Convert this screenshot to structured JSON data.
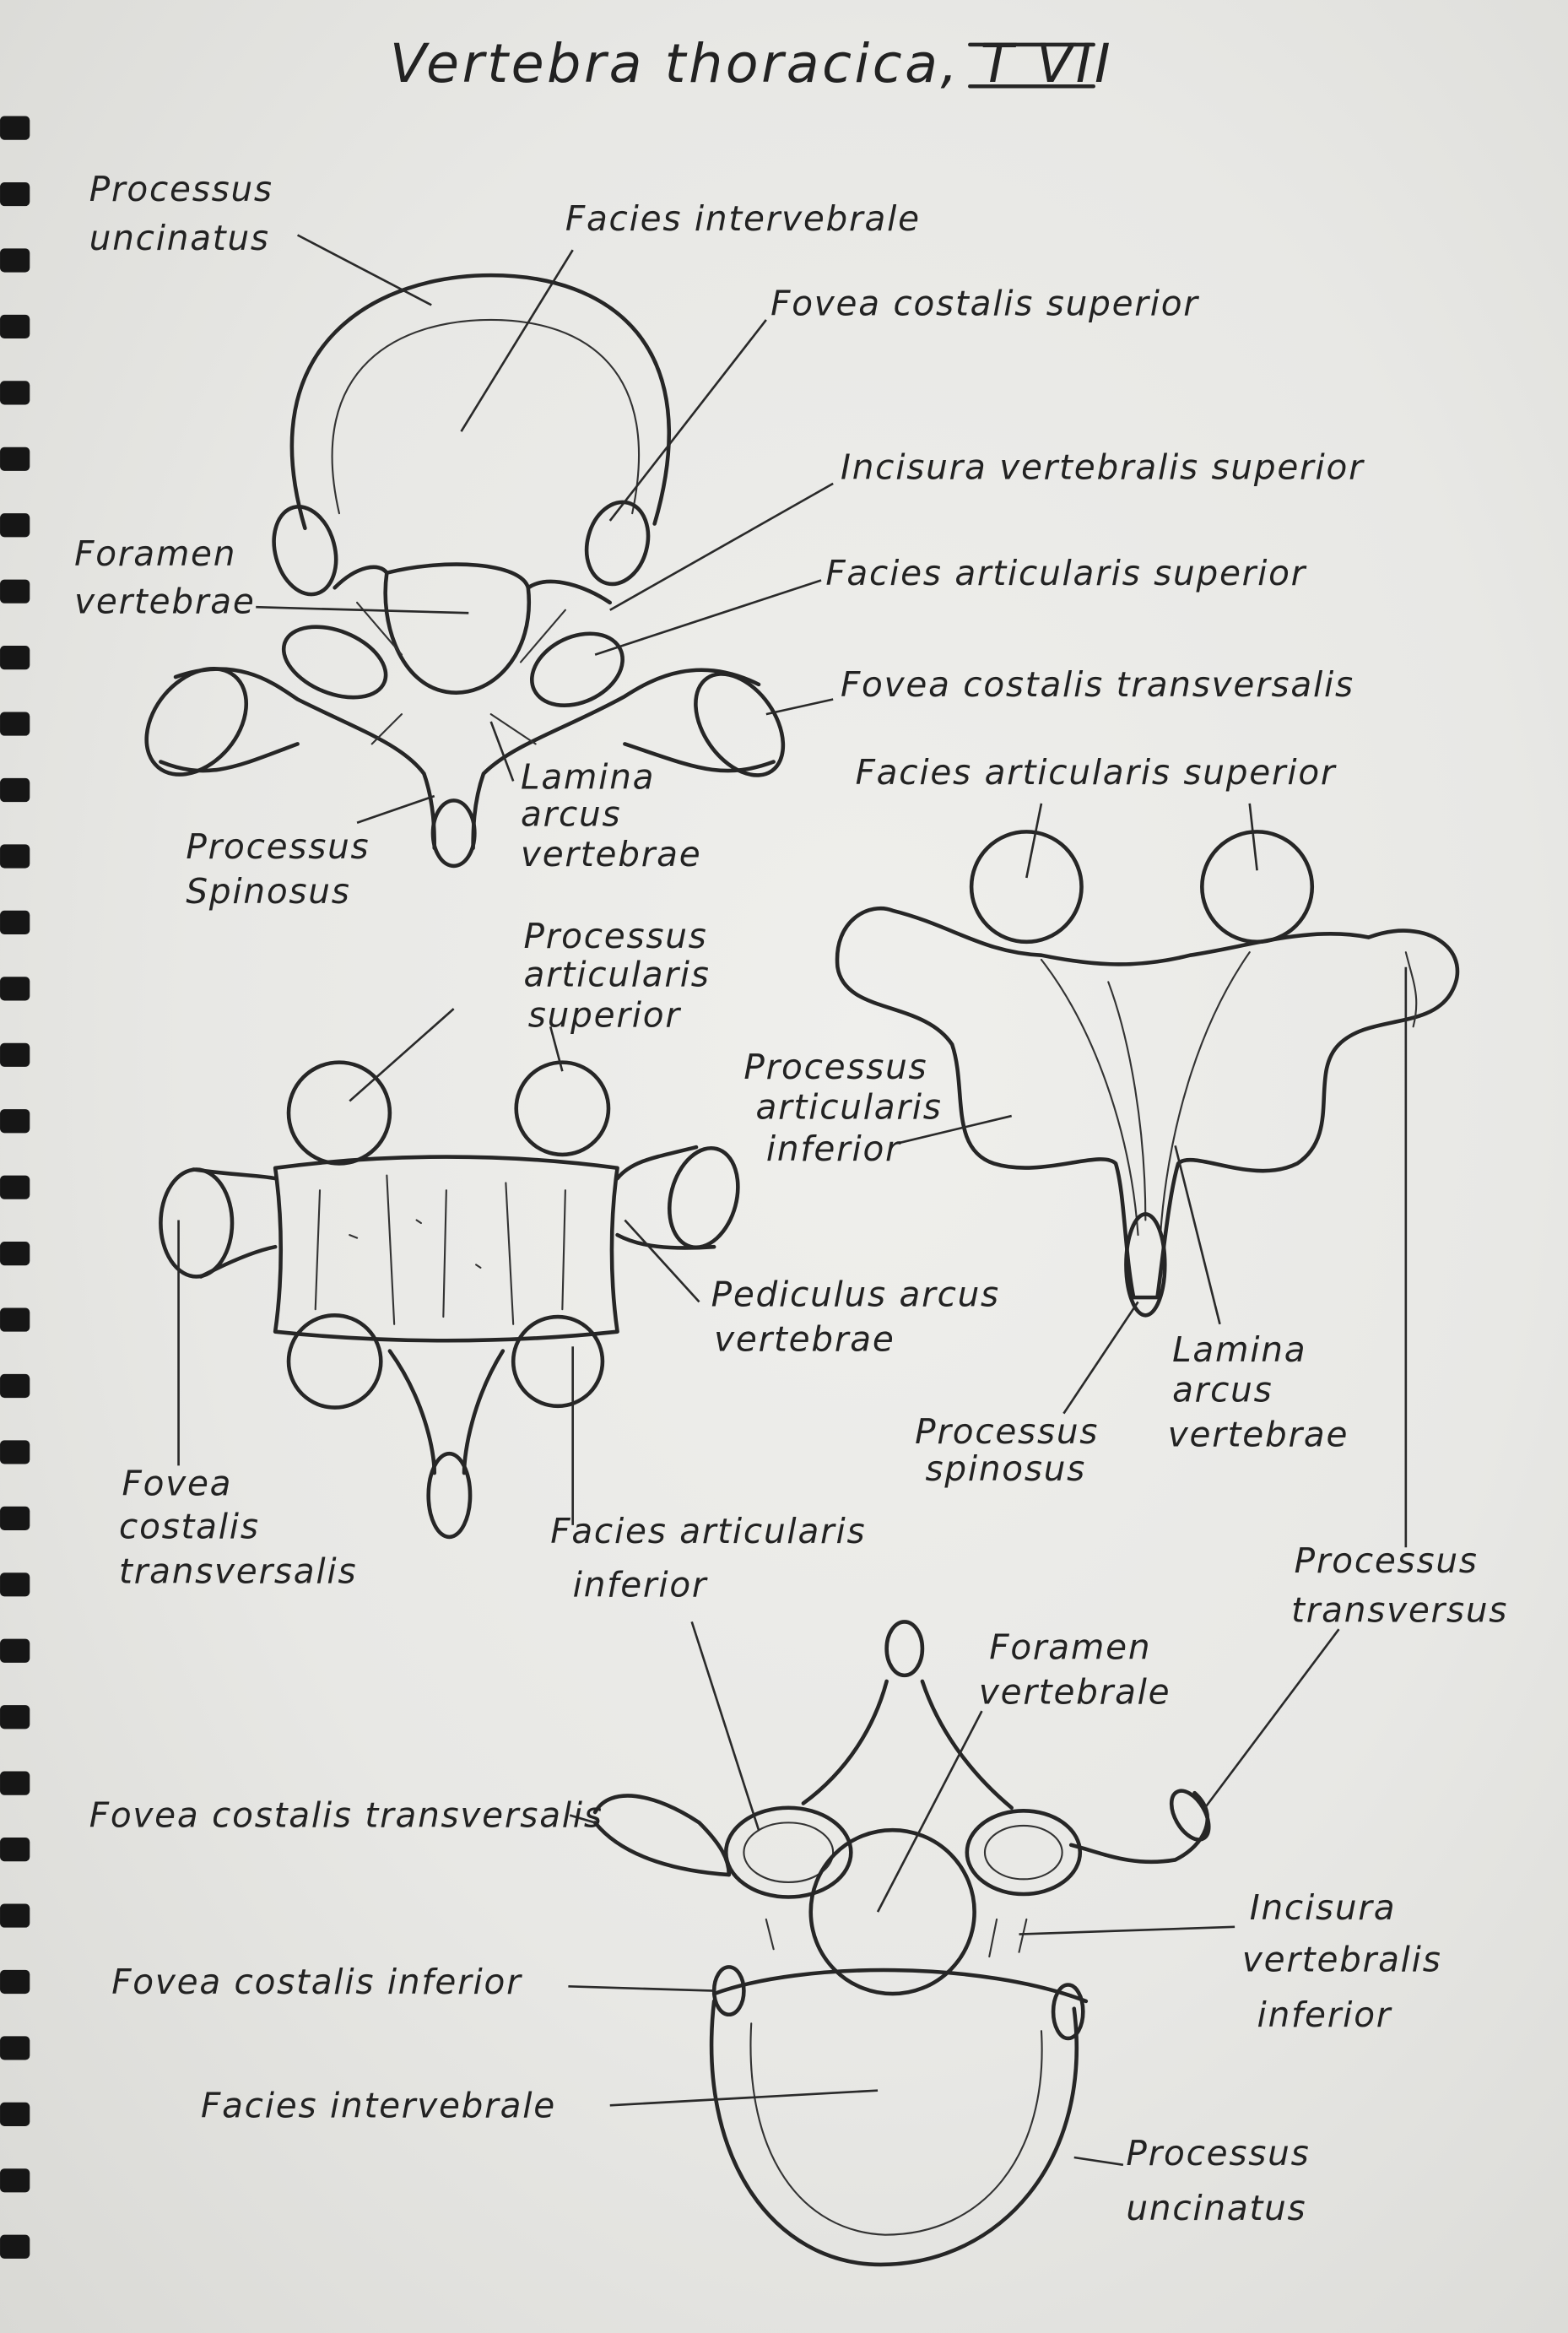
{
  "title": "Vertebra thoracica, T VII",
  "colors": {
    "ink": "#262626",
    "paper": "#e9e9e6",
    "binding": "#161616"
  },
  "views": {
    "superior": {
      "labels": {
        "processus_uncinatus": [
          "Processus",
          "uncinatus"
        ],
        "facies_intervebrale": [
          "Facies intervebrale"
        ],
        "fovea_costalis_superior": [
          "Fovea costalis superior"
        ],
        "incisura_vertebralis_superior": [
          "Incisura vertebralis superior"
        ],
        "foramen_vertebrae": [
          "Foramen",
          "vertebrae"
        ],
        "facies_articularis_superior": [
          "Facies articularis superior"
        ],
        "fovea_costalis_transversalis": [
          "Fovea costalis transversalis"
        ],
        "lamina_arcus_vertebrae": [
          "Lamina",
          "arcus",
          "vertebrae"
        ],
        "processus_spinosus": [
          "Processus",
          "Spinosus"
        ]
      }
    },
    "posterior": {
      "labels": {
        "facies_articularis_superior": [
          "Facies articularis superior"
        ],
        "processus_articularis_inferior": [
          "Processus",
          "articularis",
          "inferior"
        ],
        "lamina_arcus_vertebrae": [
          "Lamina",
          "arcus",
          "vertebrae"
        ],
        "processus_spinosus": [
          "Processus",
          "spinosus"
        ],
        "processus_transversus": [
          "Processus",
          "transversus"
        ]
      }
    },
    "anterior": {
      "labels": {
        "processus_articularis_superior": [
          "Processus",
          "articularis",
          "superior"
        ],
        "pediculus_arcus_vertebrae": [
          "Pediculus arcus",
          "vertebrae"
        ],
        "fovea_costalis_transversalis": [
          "Fovea",
          "costalis",
          "transversalis"
        ],
        "facies_articularis_inferior": [
          "Facies articularis",
          "inferior"
        ]
      }
    },
    "inferior": {
      "labels": {
        "foramen_vertebrale": [
          "Foramen",
          "vertebrale"
        ],
        "fovea_costalis_transversalis": [
          "Fovea costalis transversalis"
        ],
        "incisura_vertebralis_inferior": [
          "Incisura",
          "vertebralis",
          "inferior"
        ],
        "fovea_costalis_inferior": [
          "Fovea costalis inferior"
        ],
        "facies_intervebrale": [
          "Facies intervebrale"
        ],
        "processus_uncinatus": [
          "Processus",
          "uncinatus"
        ]
      }
    }
  }
}
